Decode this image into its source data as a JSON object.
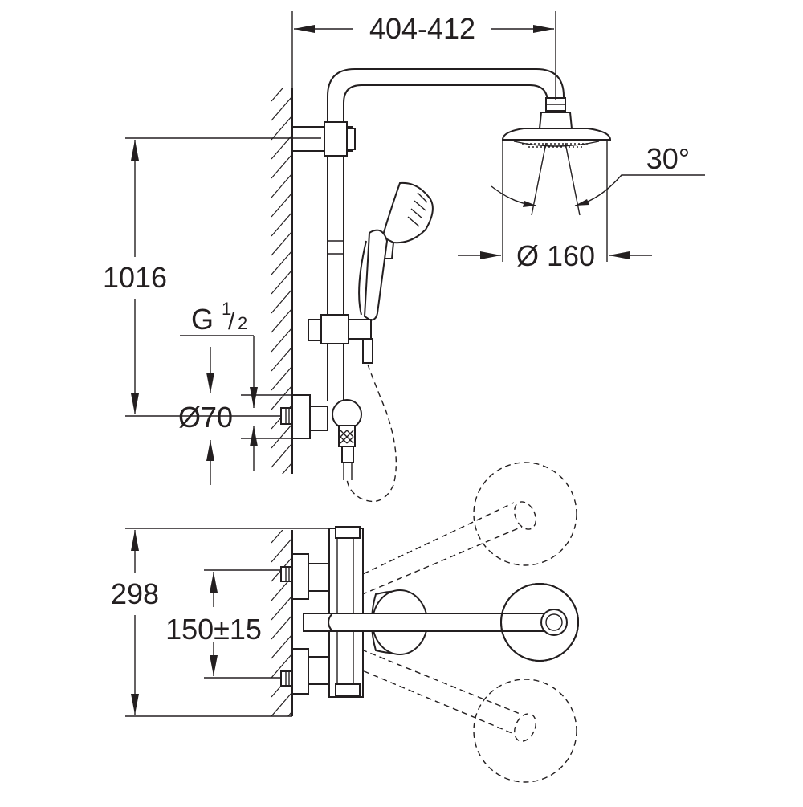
{
  "dimensions": {
    "arm_length": "404-412",
    "angle": "30°",
    "head_diameter": "Ø 160",
    "height": "1016",
    "thread_main": "G",
    "thread_num": "1",
    "thread_den": "2",
    "flange": "Ø70",
    "depth": "298",
    "centers": "150±15"
  },
  "colors": {
    "line": "#231f20",
    "background": "#ffffff"
  }
}
